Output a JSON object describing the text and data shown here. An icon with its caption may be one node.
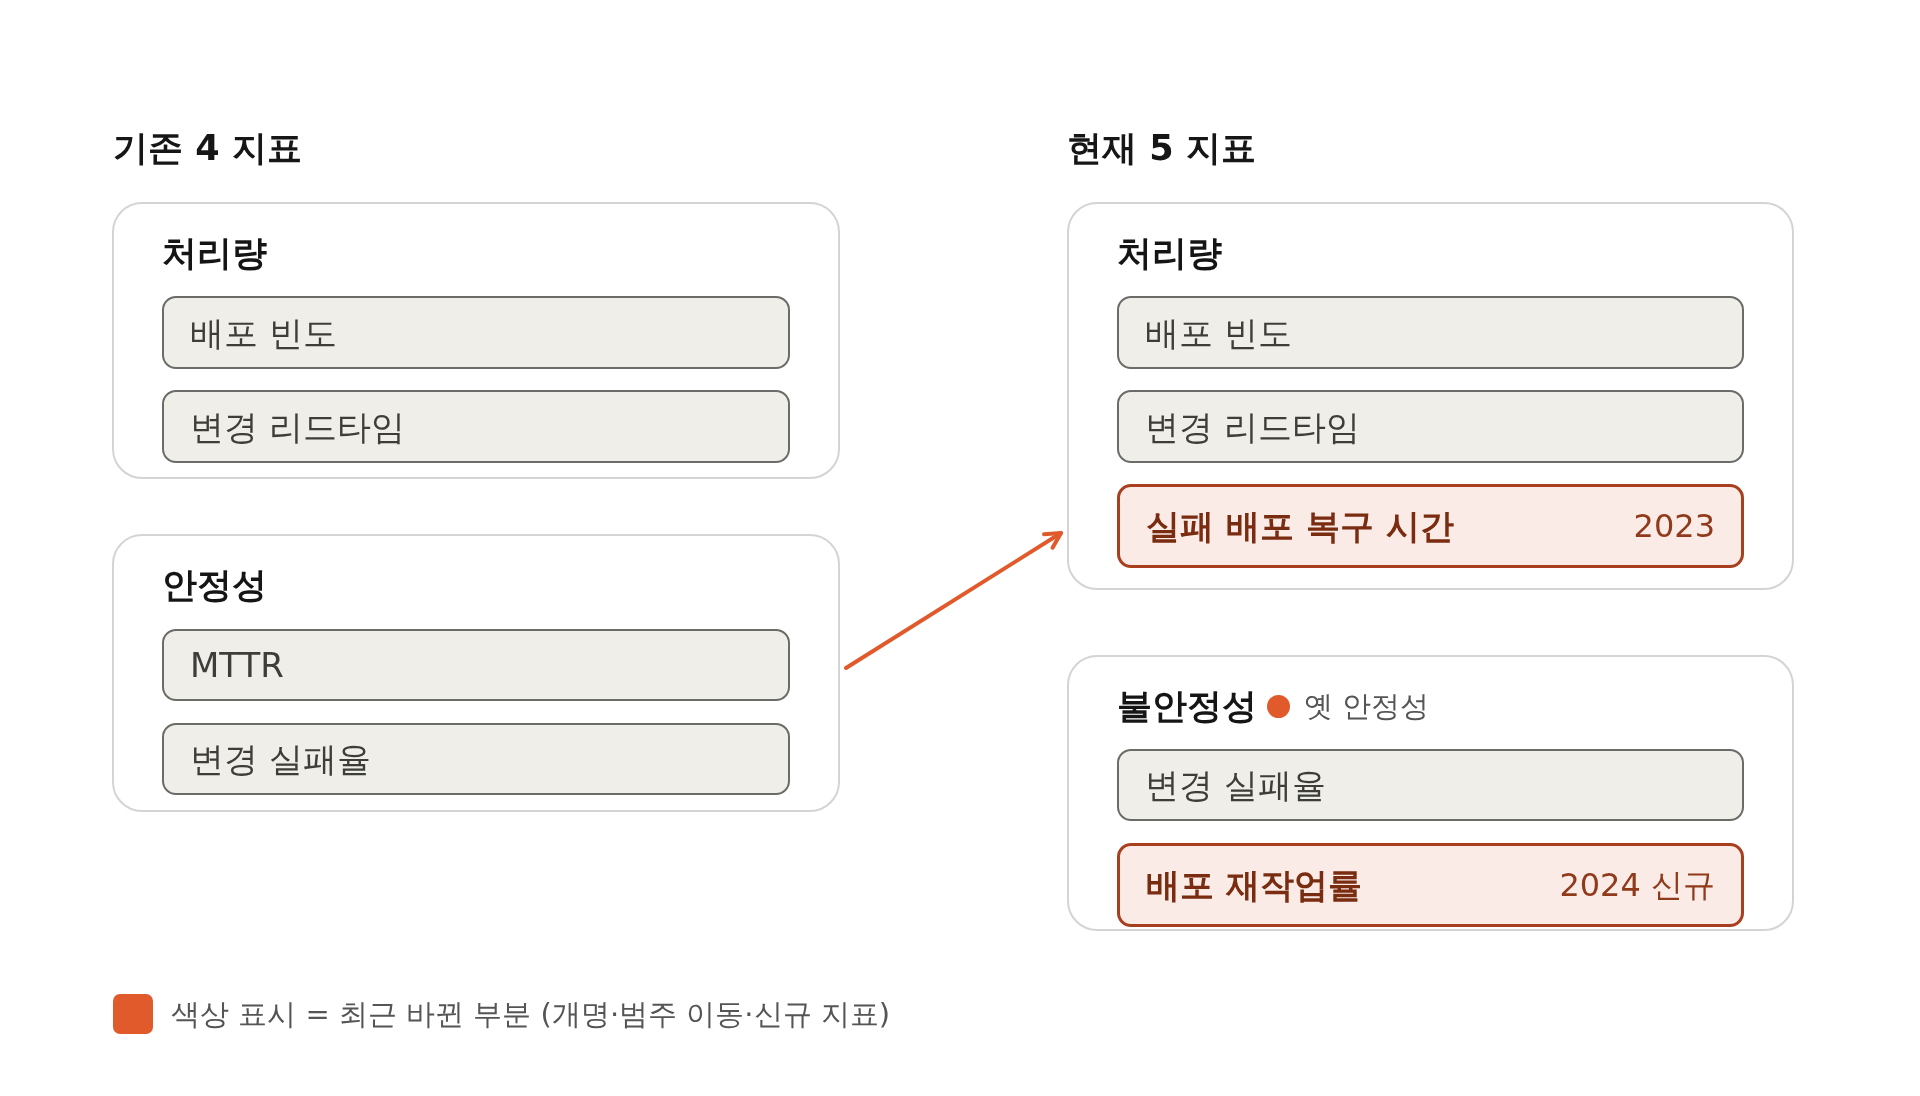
{
  "diagram": {
    "nodes": [
      {
        "text": [
          "처리량"
        ]
      },
      {
        "text": [
          "배포 빈도"
        ],
        "in": 0
      },
      {
        "text": [
          "변경 리드타임"
        ],
        "in": 0
      },
      {
        "text": [
          "안정성"
        ]
      },
      {
        "text": [
          "MTTR"
        ],
        "in": 3
      },
      {
        "text": [
          "변경 실패율"
        ],
        "in": 3
      },
      {
        "text": [
          "처리량"
        ]
      },
      {
        "text": [
          "배포 빈도"
        ],
        "in": 6
      },
      {
        "text": [
          "변경 리드타임"
        ],
        "in": 6
      },
      {
        "text": [
          "실패 배포 복구 시간",
          "2023"
        ],
        "in": 6
      },
      {
        "text": [
          "불안정성",
          "옛 안정성"
        ]
      },
      {
        "text": [
          "변경 실패율"
        ],
        "in": 10
      },
      {
        "text": [
          "배포 재작업률",
          "2024 신규"
        ],
        "in": 10
      }
    ],
    "edges": [
      {
        "from": 3,
        "to": 6,
        "arrow": "to"
      }
    ],
    "labels": [
      "기존 4 지표",
      "현재 5 지표"
    ],
    "legend": [
      {
        "text": "색상 표시 = 최근 바뀐 부분 (개명·범주 이동·신규 지표)",
        "color": "#e05a2b"
      }
    ]
  }
}
